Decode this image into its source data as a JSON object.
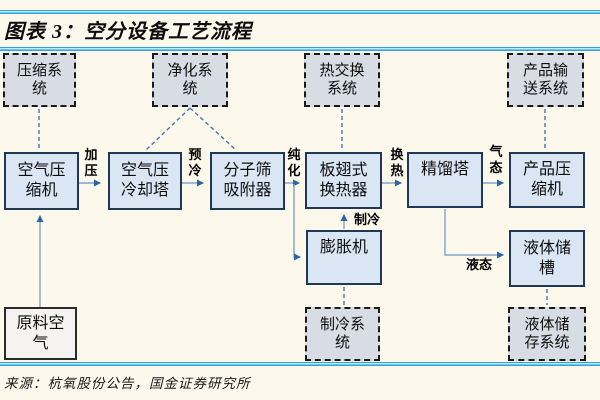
{
  "header": {
    "title": "图表 3：空分设备工艺流程"
  },
  "footer": {
    "source": "来源：杭氧股份公告，国金证券研究所"
  },
  "colors": {
    "background": "#FDF8EC",
    "rule_blue": "#2BA6DD",
    "system_box_fill": "#D8DCE4",
    "process_box_fill": "#DAE6F3",
    "process_box_border": "#1F3856",
    "raw_box_fill": "#F4F3F0",
    "connector_line": "#7FA4CE",
    "arrowhead": "#2E63A4",
    "dashed_connector": "#4373B8"
  },
  "diagram": {
    "system_boxes": [
      {
        "id": "compression-system",
        "label": "压缩系\n统"
      },
      {
        "id": "purification-system",
        "label": "净化系\n统"
      },
      {
        "id": "heat-exchange-system",
        "label": "热交换\n系统"
      },
      {
        "id": "product-delivery-system",
        "label": "产品输\n送系统"
      },
      {
        "id": "refrigeration-system",
        "label": "制冷系\n统"
      },
      {
        "id": "liquid-storage-system",
        "label": "液体储\n存系统"
      }
    ],
    "process_boxes": [
      {
        "id": "air-compressor",
        "label": "空气压\n缩机"
      },
      {
        "id": "air-cooling-tower",
        "label": "空气压\n冷却塔"
      },
      {
        "id": "molecular-sieve-adsorber",
        "label": "分子筛\n吸附器"
      },
      {
        "id": "plate-fin-heat-exchanger",
        "label": "板翅式\n换热器"
      },
      {
        "id": "distillation-column",
        "label": "精馏塔"
      },
      {
        "id": "product-compressor",
        "label": "产品压\n缩机"
      },
      {
        "id": "expander",
        "label": "膨胀机"
      },
      {
        "id": "liquid-storage-tank",
        "label": "液体储\n槽"
      },
      {
        "id": "raw-air",
        "label": "原料空\n气"
      }
    ],
    "flow_labels": [
      {
        "id": "pressurize",
        "label": "加\n压"
      },
      {
        "id": "precool",
        "label": "预\n冷"
      },
      {
        "id": "purify",
        "label": "纯\n化"
      },
      {
        "id": "heat-exchange",
        "label": "换\n热"
      },
      {
        "id": "gaseous",
        "label": "气\n态"
      },
      {
        "id": "refrigerate",
        "label": "制冷"
      },
      {
        "id": "liquid",
        "label": "液态"
      }
    ]
  }
}
